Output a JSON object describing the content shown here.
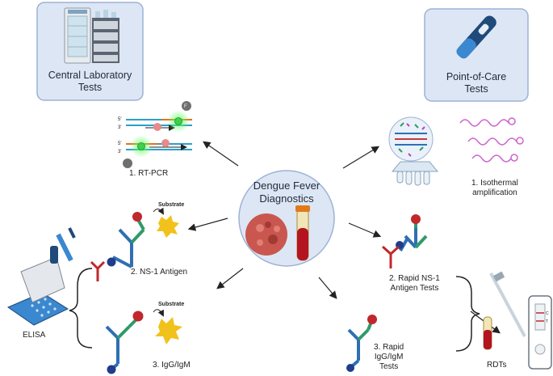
{
  "boxes": {
    "central": "Central Laboratory\nTests",
    "poc": "Point-of-Care\nTests"
  },
  "center": {
    "title": "Dengue Fever\nDiagnostics"
  },
  "methods": {
    "rtpcr": "1.  RT-PCR",
    "isothermal": "1.  Isothermal\namplification",
    "ns1": "2. NS-1 Antigen",
    "rapid_ns1": "2. Rapid NS-1\nAntigen Tests",
    "igg": "3. IgG/IgM",
    "rapid_igg": "3. Rapid\nIgG/IgM\nTests",
    "elisa": "ELISA",
    "rdts": "RDTs"
  },
  "annotations": {
    "substrate_top": "Substrate",
    "substrate_bottom": "Substrate",
    "primer_5a": "5'",
    "primer_3a": "3'",
    "primer_5b": "5'",
    "primer_3b": "3'",
    "fluor": "F",
    "rdt_c": "C",
    "rdt_t": "T"
  },
  "colors": {
    "box_fill": "#dde6f4",
    "antibody_blue": "#2f6fb3",
    "antibody_green": "#2f9a6a",
    "antigen_red": "#c0282b",
    "star_yellow": "#f2c21c",
    "isothermal_pink": "#cc66cc"
  }
}
